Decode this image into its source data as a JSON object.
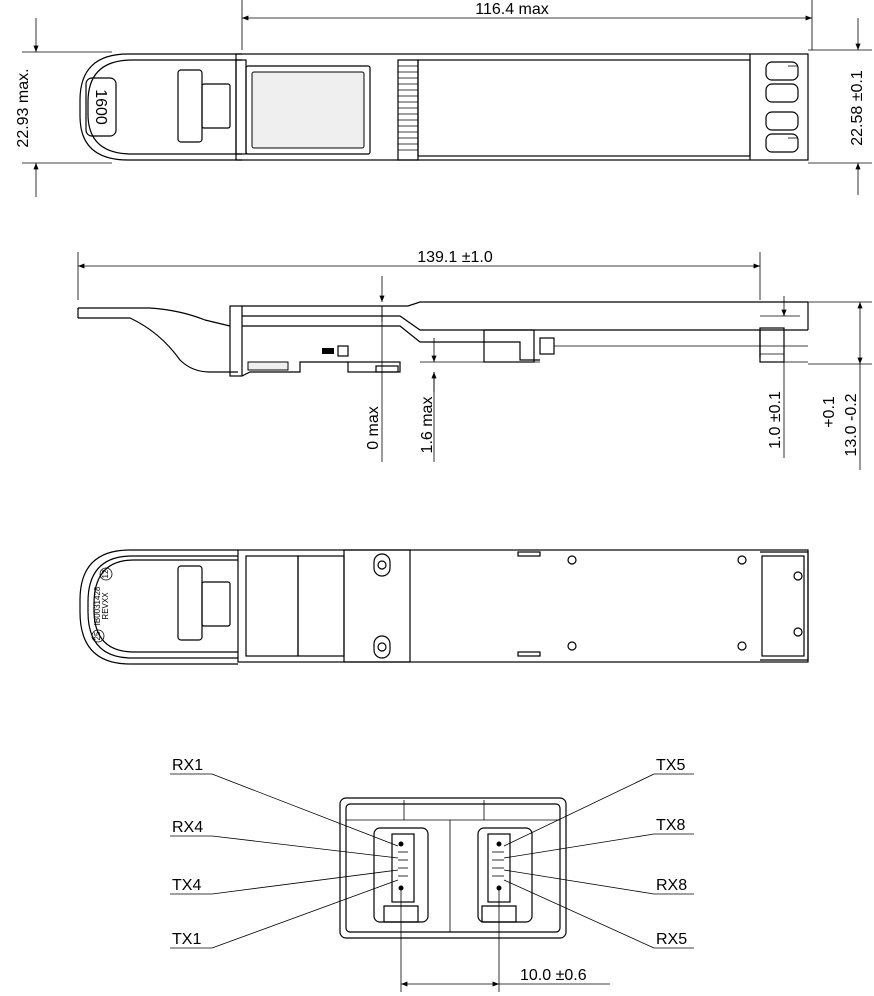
{
  "top_view": {
    "length_dim": "116.4 max",
    "tab_height_dim": "22.93 max.",
    "body_height_dim": "22.58 ±0.1",
    "pull_tab_label": "1600"
  },
  "side_view": {
    "length_dim": "139.1 ±1.0",
    "dim_0_max": "0 max",
    "dim_1_6_max": "1.6 max",
    "dim_1_0": "1.0 ±0.1",
    "dim_13_0": "13.0 -0.2",
    "dim_13_0_tol_plus": "+0.1"
  },
  "bottom_view": {
    "label_code": "IB0031428",
    "label_rev": "REVXX",
    "label_size": "12",
    "label_num": "25"
  },
  "end_view": {
    "labels_left": [
      "RX1",
      "RX4",
      "TX4",
      "TX1"
    ],
    "labels_right": [
      "TX5",
      "TX8",
      "RX8",
      "RX5"
    ],
    "pitch_dim": "10.0 ±0.6"
  }
}
